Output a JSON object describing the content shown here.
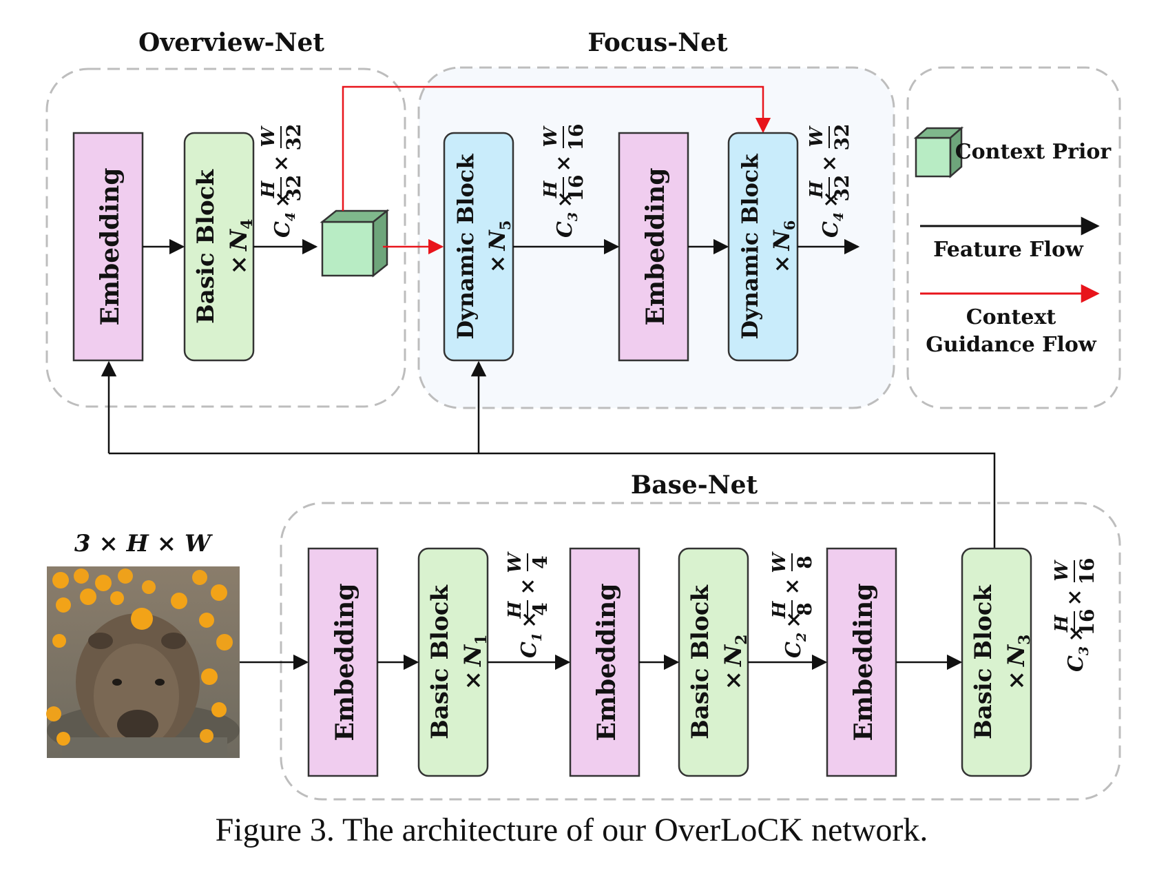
{
  "titles": {
    "overview": "Overview-Net",
    "focus": "Focus-Net",
    "base": "Base-Net"
  },
  "blocks": {
    "embedding": "Embedding",
    "basic_block": "Basic Block",
    "dynamic_block": "Dynamic Block",
    "times": "×",
    "n1": "N",
    "n1_sub": "1",
    "n2_sub": "2",
    "n3_sub": "3",
    "n4_sub": "4",
    "n5_sub": "5",
    "n6_sub": "6"
  },
  "dims": {
    "c": "C",
    "h": "H",
    "w": "W",
    "times": "×",
    "c1": "1",
    "c2": "2",
    "c3": "3",
    "c4": "4",
    "d4": "4",
    "d8": "8",
    "d16": "16",
    "d32": "32"
  },
  "input": {
    "label": "3 × H × W",
    "image_desc_colors": [
      "#5b5146",
      "#f2a318",
      "#8a7a62"
    ]
  },
  "legend": {
    "context_prior": "Context Prior",
    "feature_flow": "Feature Flow",
    "context_guidance_line1": "Context",
    "context_guidance_line2": "Guidance Flow"
  },
  "colors": {
    "embedding": "#f0cdef",
    "basic_block": "#d9f2cf",
    "dynamic_block": "#c9ecfb",
    "cube": "#b8ecc4",
    "red": "#e8141b",
    "black": "#111111",
    "dash": "#b9b9b9"
  },
  "caption": "Figure 3. The architecture of our OverLoCK network."
}
